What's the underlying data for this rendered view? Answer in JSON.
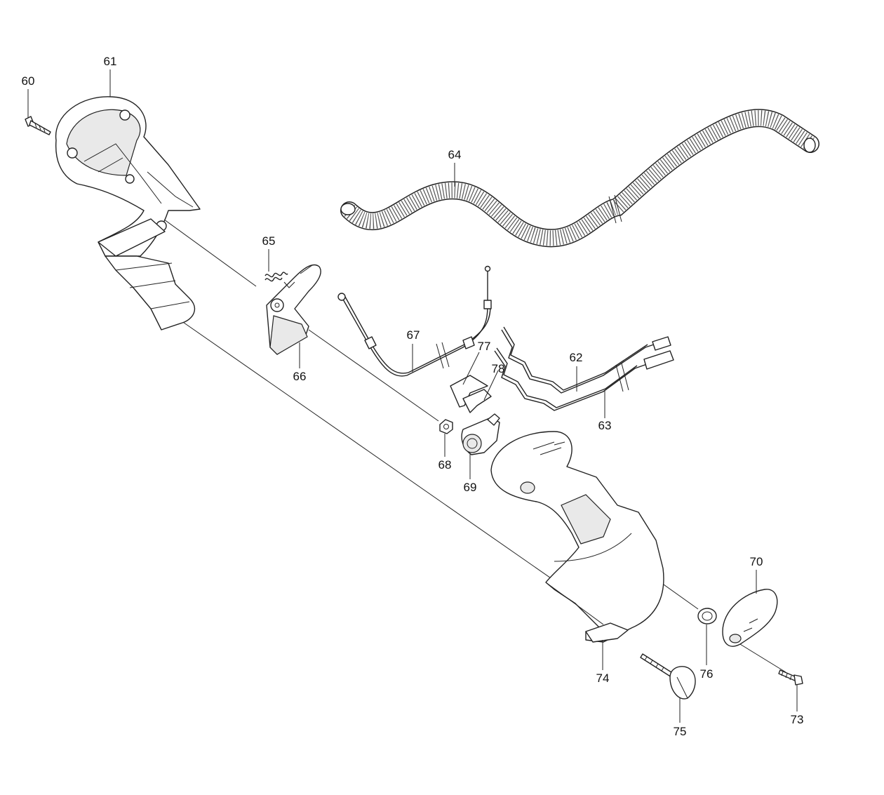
{
  "title": "",
  "labels": {
    "p60": "60",
    "p61": "61",
    "p62": "62",
    "p63": "63",
    "p64": "64",
    "p65": "65",
    "p66": "66",
    "p67": "67",
    "p68": "68",
    "p69": "69",
    "p70": "70",
    "p73": "73",
    "p74": "74",
    "p75": "75",
    "p76": "76",
    "p77": "77",
    "p78": "78"
  },
  "colors": {
    "line": "#222222",
    "shade": "#e9e9e9",
    "background": "#ffffff"
  }
}
